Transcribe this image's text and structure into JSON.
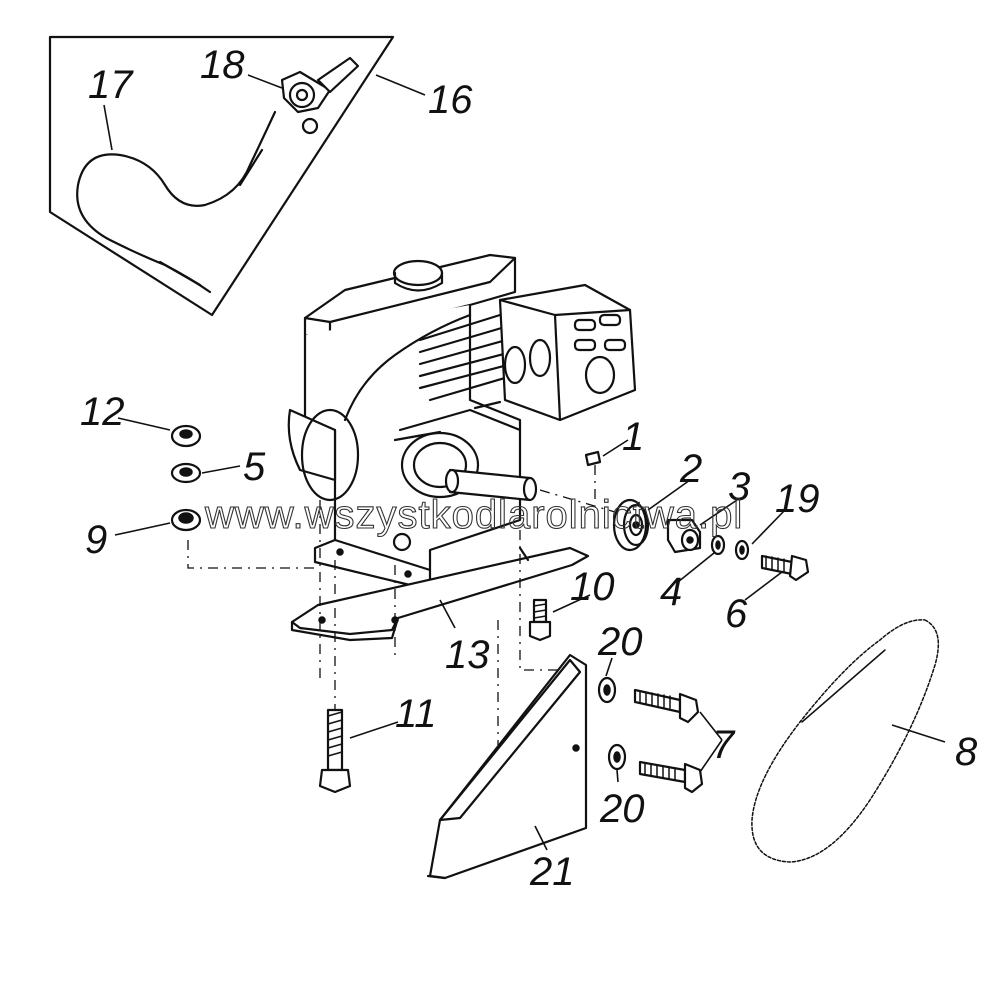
{
  "watermark": "www.wszystkodlarolnictwa.pl",
  "callouts": {
    "p1": "1",
    "p2": "2",
    "p3": "3",
    "p4": "4",
    "p5": "5",
    "p6": "6",
    "p7": "7",
    "p8": "8",
    "p9": "9",
    "p10": "10",
    "p11": "11",
    "p12": "12",
    "p13": "13",
    "p16": "16",
    "p17": "17",
    "p18": "18",
    "p19": "19",
    "p20a": "20",
    "p20b": "20",
    "p21": "21"
  }
}
